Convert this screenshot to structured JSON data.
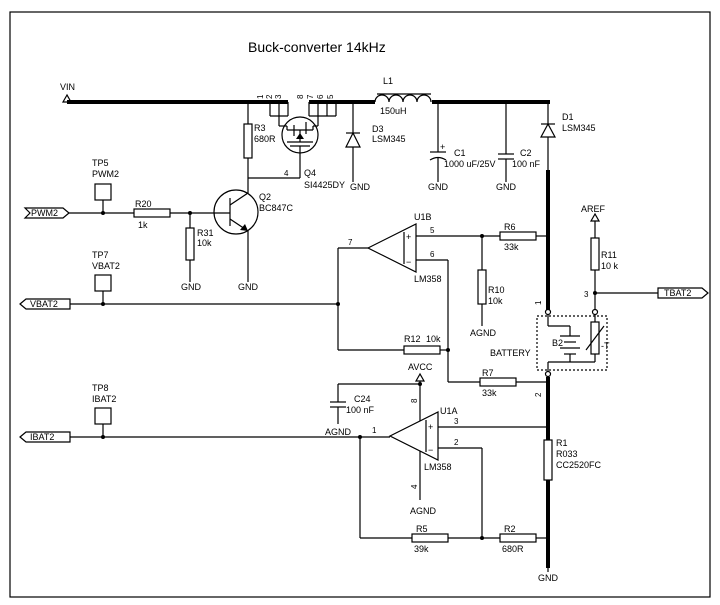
{
  "title": "Buck-converter 14kHz",
  "nets": {
    "vin": "VIN",
    "gnd": "GND",
    "agnd": "AGND",
    "avcc": "AVCC",
    "aref": "AREF"
  },
  "ports": {
    "pwm": "PWM2",
    "vbat": "VBAT2",
    "ibat": "IBAT2",
    "tbat": "TBAT2"
  },
  "testpoints": {
    "tp5": {
      "ref": "TP5",
      "net": "PWM2"
    },
    "tp7": {
      "ref": "TP7",
      "net": "VBAT2"
    },
    "tp8": {
      "ref": "TP8",
      "net": "IBAT2"
    }
  },
  "components": {
    "l1": {
      "ref": "L1",
      "value": "150uH"
    },
    "q4": {
      "ref": "Q4",
      "value": "SI4425DY"
    },
    "q2": {
      "ref": "Q2",
      "value": "BC847C"
    },
    "d1": {
      "ref": "D1",
      "value": "LSM345"
    },
    "d3": {
      "ref": "D3",
      "value": "LSM345"
    },
    "c1": {
      "ref": "C1",
      "value": "1000 uF/25V"
    },
    "c2": {
      "ref": "C2",
      "value": "100 nF"
    },
    "c24": {
      "ref": "C24",
      "value": "100 nF"
    },
    "r1": {
      "ref": "R1",
      "value": "R033",
      "package": "CC2520FC"
    },
    "r2": {
      "ref": "R2",
      "value": "680R"
    },
    "r3": {
      "ref": "R3",
      "value": "680R"
    },
    "r5": {
      "ref": "R5",
      "value": "39k"
    },
    "r6": {
      "ref": "R6",
      "value": "33k"
    },
    "r7": {
      "ref": "R7",
      "value": "33k"
    },
    "r10": {
      "ref": "R10",
      "value": "10k"
    },
    "r11": {
      "ref": "R11",
      "value": "10 k"
    },
    "r12": {
      "ref": "R12",
      "value": "10k"
    },
    "r20": {
      "ref": "R20",
      "value": "1k"
    },
    "r31": {
      "ref": "R31",
      "value": "10k"
    },
    "u1a": {
      "ref": "U1A",
      "value": "LM358"
    },
    "u1b": {
      "ref": "U1B",
      "value": "LM358"
    },
    "b2": {
      "ref": "B2",
      "value": "BATTERY",
      "temp": "-T"
    }
  },
  "pins": {
    "q4_src": [
      "1",
      "2",
      "3"
    ],
    "q4_drn": [
      "8",
      "7",
      "6",
      "5"
    ],
    "q4_gate": "4",
    "u1b": {
      "p5": "5",
      "p6": "6",
      "p7": "7"
    },
    "u1a": {
      "p1": "1",
      "p2": "2",
      "p3": "3",
      "p4": "4",
      "p8": "8"
    },
    "b2": {
      "p1": "1",
      "p2": "2",
      "p3": "3"
    },
    "plus": "+",
    "minus": "−"
  }
}
